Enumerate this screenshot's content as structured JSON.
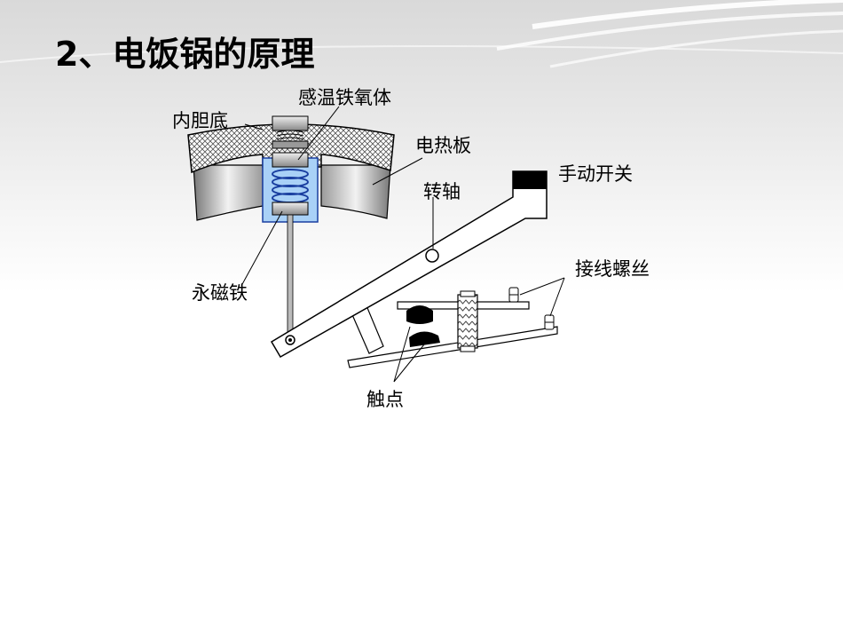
{
  "slide": {
    "title": "2、电饭锅的原理"
  },
  "diagram": {
    "labels": {
      "inner_pot_bottom": "内胆底",
      "thermal_ferrite": "感温铁氧体",
      "heating_plate": "电热板",
      "manual_switch": "手动开关",
      "pivot": "转轴",
      "connection_screws": "接线螺丝",
      "permanent_magnet": "永磁铁",
      "contacts": "触点"
    },
    "colors": {
      "magnet_housing": "#a9d1f7",
      "spring": "#1a3fa0",
      "switch_cap": "#000000",
      "line": "#000000"
    }
  }
}
